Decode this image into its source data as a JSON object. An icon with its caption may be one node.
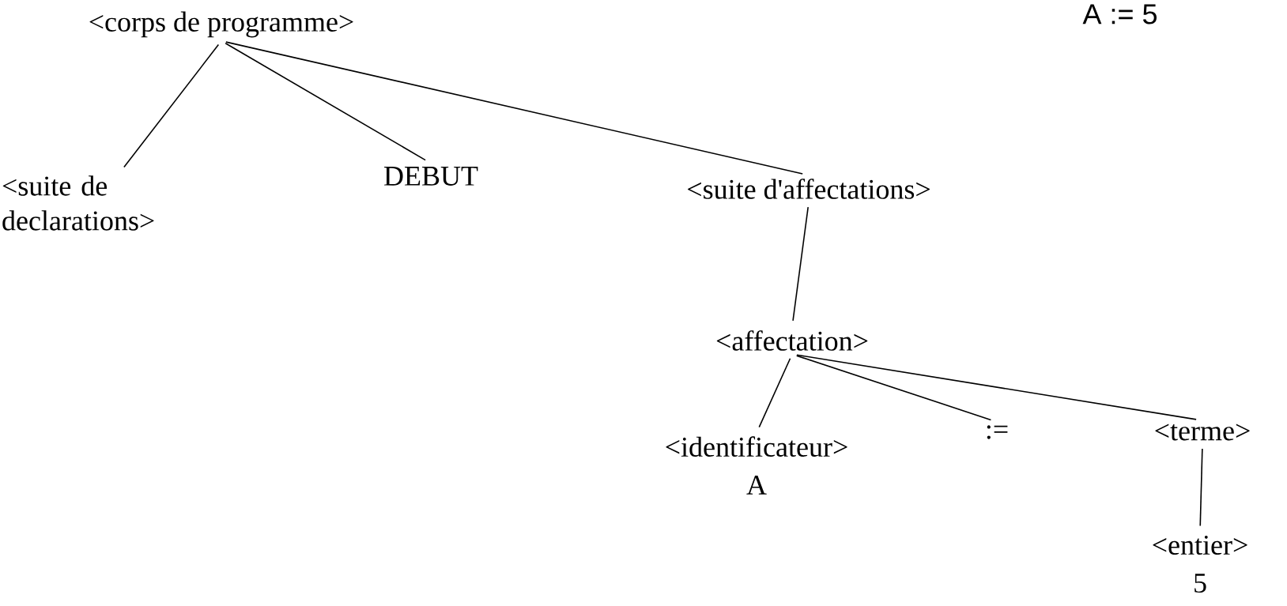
{
  "diagram": {
    "nodes": [
      {
        "text": [
          "<corps de programme>"
        ]
      },
      {
        "text": [
          "<suite de declarations>"
        ]
      },
      {
        "text": [
          "DEBUT"
        ]
      },
      {
        "text": [
          "<suite d'affectations>"
        ]
      },
      {
        "text": [
          "<affectation>"
        ]
      },
      {
        "text": [
          "<identificateur>",
          "A"
        ]
      },
      {
        "text": [
          ":="
        ]
      },
      {
        "text": [
          "<terme>"
        ]
      },
      {
        "text": [
          "<entier>",
          "5"
        ]
      }
    ],
    "edges": [
      {
        "from": 0,
        "to": 1,
        "arrow": "none"
      },
      {
        "from": 0,
        "to": 2,
        "arrow": "none"
      },
      {
        "from": 0,
        "to": 3,
        "arrow": "none"
      },
      {
        "from": 3,
        "to": 4,
        "arrow": "none"
      },
      {
        "from": 4,
        "to": 5,
        "arrow": "none"
      },
      {
        "from": 4,
        "to": 6,
        "arrow": "none"
      },
      {
        "from": 4,
        "to": 7,
        "arrow": "none"
      },
      {
        "from": 7,
        "to": 8,
        "arrow": "none"
      }
    ],
    "labels": [
      "A := 5"
    ]
  }
}
